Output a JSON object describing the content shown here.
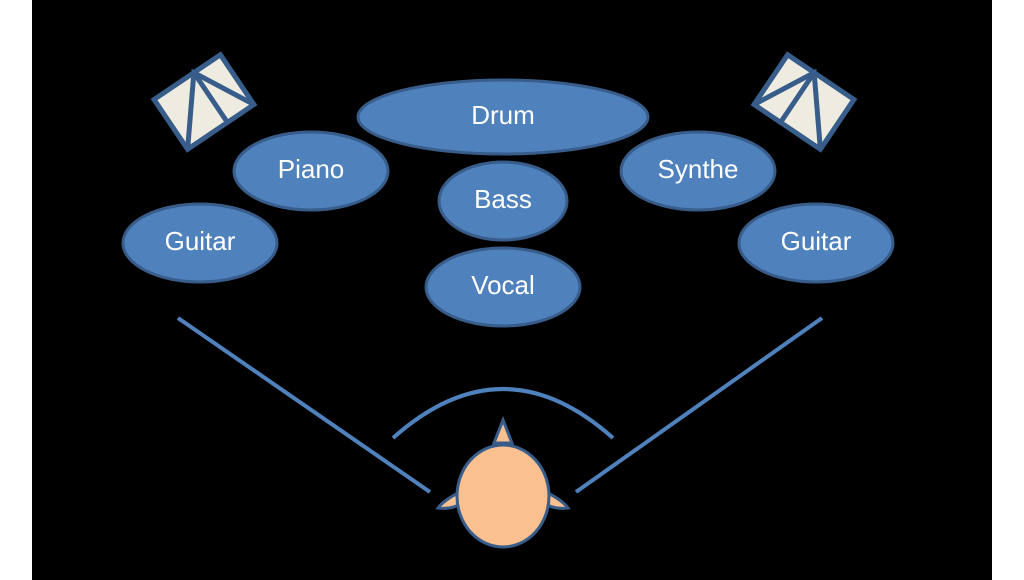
{
  "instruments": {
    "drum": "Drum",
    "piano": "Piano",
    "bass": "Bass",
    "synthe": "Synthe",
    "guitar_left": "Guitar",
    "guitar_right": "Guitar",
    "vocal": "Vocal"
  },
  "colors": {
    "background": "#000000",
    "instrument_fill": "#4f81bd",
    "instrument_stroke": "#385d8a",
    "line": "#4f81bd",
    "speaker_fill": "#eeece1",
    "head_fill": "#fac090"
  },
  "icons": {
    "speaker_left": "speaker-icon",
    "speaker_right": "speaker-icon",
    "listener": "listener-head-icon"
  }
}
